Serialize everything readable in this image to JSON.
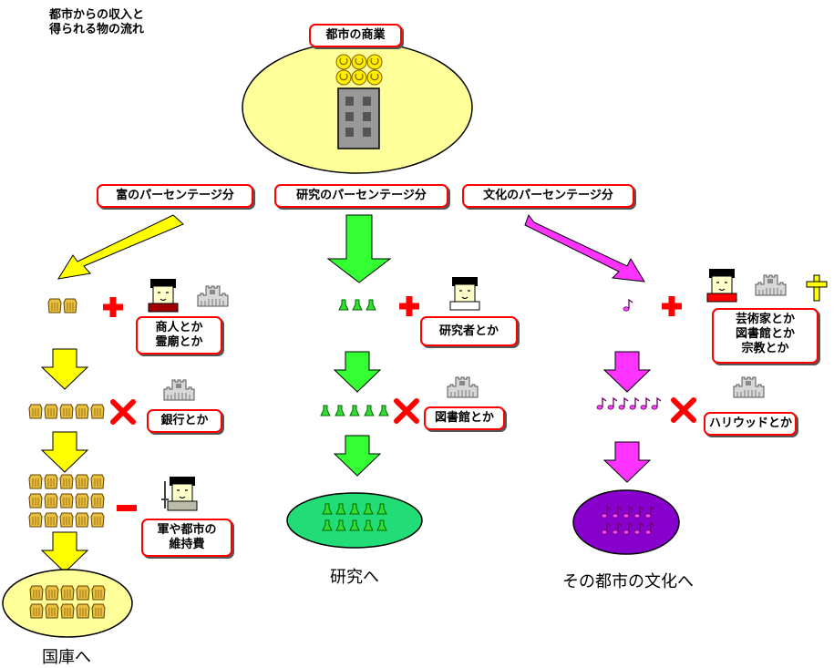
{
  "title_lines": [
    "都市からの収入と",
    "得られる物の流れ"
  ],
  "commerce_label": "都市の商業",
  "wealth": {
    "branch_label": "富のパーセンテージ分",
    "bonus_label_lines": [
      "商人とか",
      "霊廟とか"
    ],
    "multiplier_label": "銀行とか",
    "cost_label_lines": [
      "軍や都市の",
      "維持費"
    ],
    "destination": "国庫へ"
  },
  "research": {
    "branch_label": "研究のパーセンテージ分",
    "bonus_label": "研究者とか",
    "multiplier_label": "図書館とか",
    "destination": "研究へ"
  },
  "culture": {
    "branch_label": "文化のパーセンテージ分",
    "bonus_label_lines": [
      "芸術家とか",
      "図書館とか",
      "宗教とか"
    ],
    "multiplier_label": "ハリウッドとか",
    "destination": "その都市の文化へ"
  },
  "colors": {
    "wealth": "#ffff00",
    "research": "#33ff33",
    "culture": "#ff33ff",
    "box_border": "#ff0000",
    "plus": "#ff0000",
    "minus": "#ff0000",
    "times": "#ff0000",
    "city_fill": "#ffff99",
    "research_fill": "#22dd77",
    "culture_fill": "#8800cc"
  }
}
